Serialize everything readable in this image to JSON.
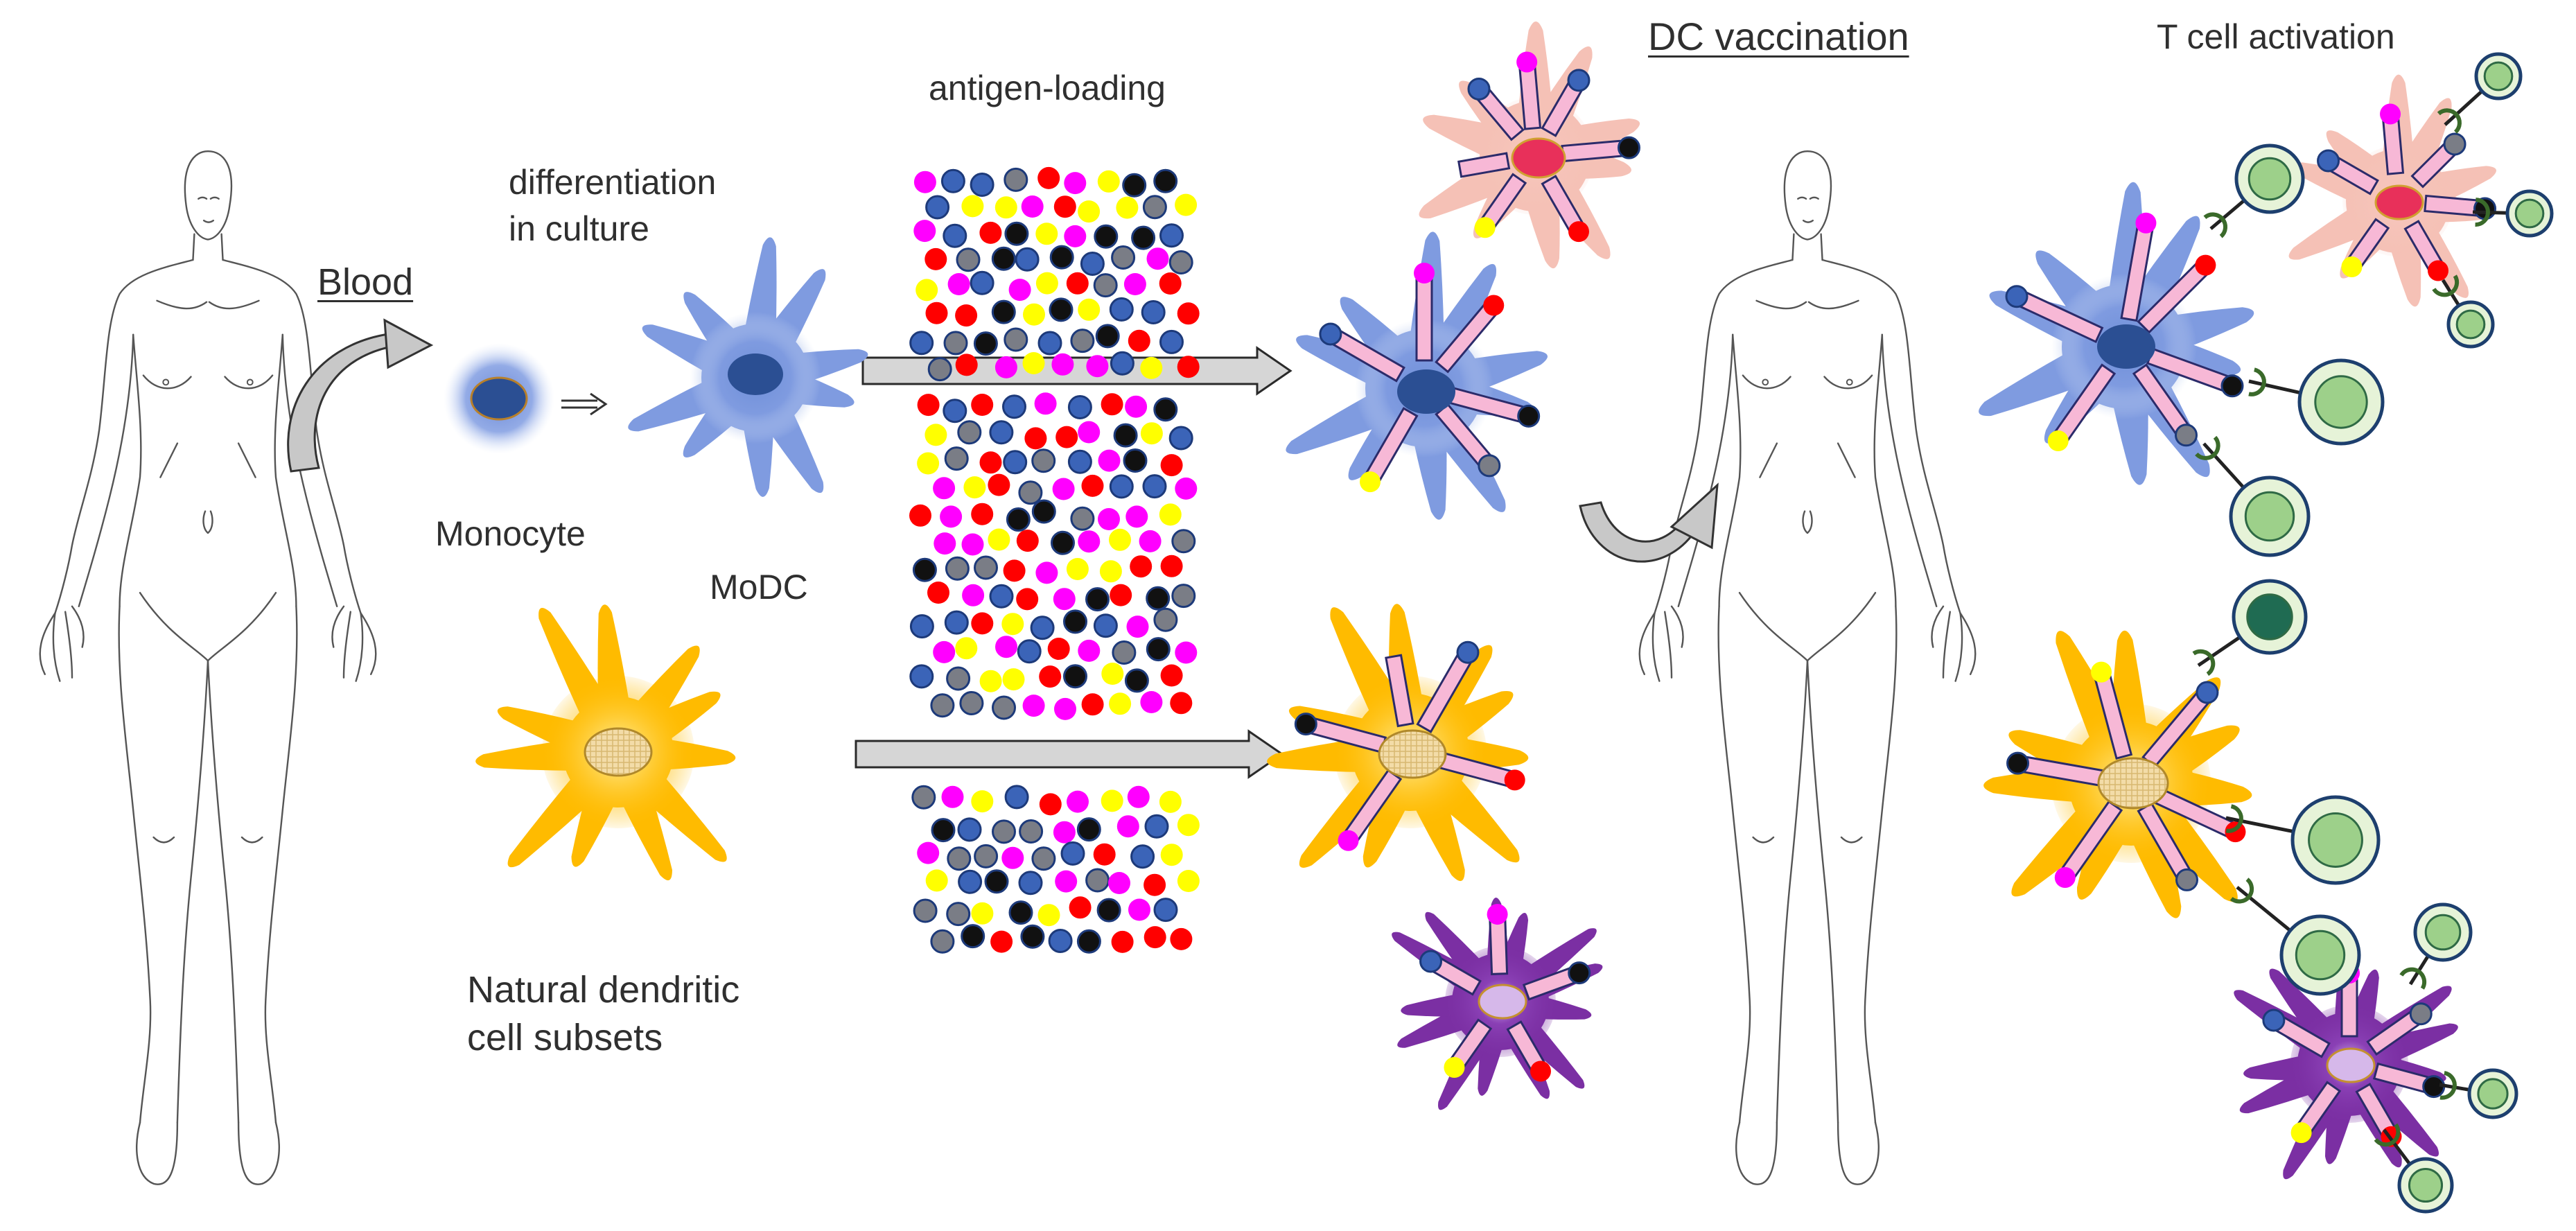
{
  "labels": {
    "blood": "Blood",
    "differentiation_1": "differentiation",
    "differentiation_2": "in culture",
    "monocyte": "Monocyte",
    "modc": "MoDC",
    "antigen_loading": "antigen-loading",
    "dc_vaccination": "DC vaccination",
    "t_cell_activation": "T cell activation",
    "natural_dc_1": "Natural dendritic",
    "natural_dc_2": "cell subsets"
  },
  "colors": {
    "antigen_palette": [
      "#ff00ff",
      "#ffff00",
      "#ff0000",
      "#3b64b8",
      "#7a7d86",
      "#111111"
    ],
    "modc_blue": "#6f8fd8",
    "nucleus_blue": "#2b4f93",
    "natural_yellow": "#ffbb00",
    "pink_dc": "#f2b6ab",
    "purple_dc": "#7b2fa3",
    "receptor_pink": "#f7b8d6",
    "tcell_green": "#9dd08a",
    "tcell_dark_green": "#1f6b52"
  },
  "icons": [
    "human-body-icon",
    "curved-arrow-icon",
    "monocyte-icon",
    "modc-icon",
    "natural-dc-icon",
    "antigen-dot-icon",
    "t-cell-icon"
  ]
}
